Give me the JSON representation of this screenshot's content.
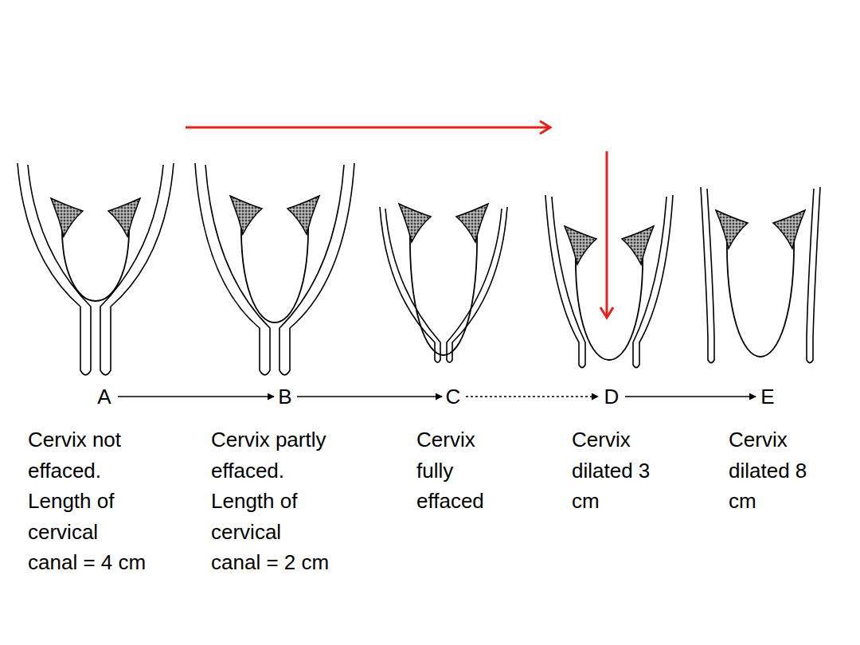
{
  "diagram": {
    "labels": [
      "A",
      "B",
      "C",
      "D",
      "E",
      "Cervix not effaced. Length of cervical canal = 4 cm",
      "Cervix partly effaced. Length of cervical canal = 2 cm",
      "Cervix fully effaced",
      "Cervix dilated 3 cm",
      "Cervix dilated 8 cm"
    ]
  }
}
